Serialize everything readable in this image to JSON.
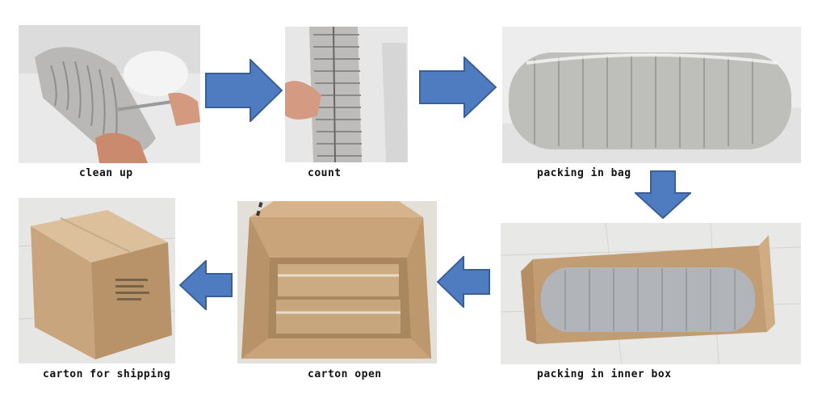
{
  "steps": [
    {
      "caption": "clean up"
    },
    {
      "caption": "count"
    },
    {
      "caption": "packing in bag"
    },
    {
      "caption": "packing in inner box"
    },
    {
      "caption": "carton open"
    },
    {
      "caption": "carton for shipping"
    }
  ],
  "arrow_color": "#4f7cc0",
  "arrow_border": "#3a5f96"
}
